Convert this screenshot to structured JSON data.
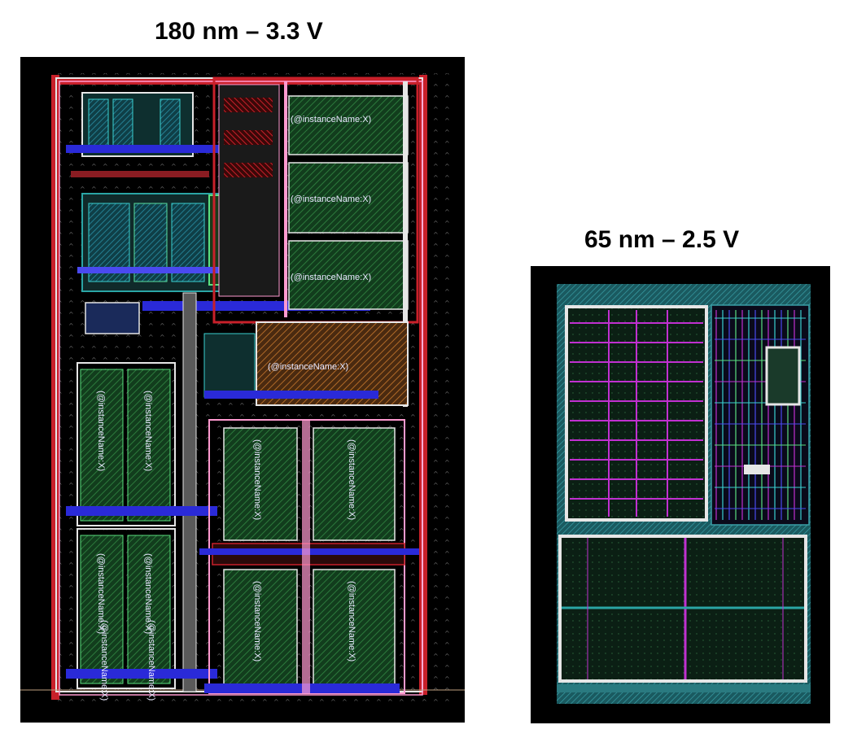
{
  "titles": {
    "left": "180 nm – 3.3 V",
    "right": "65 nm – 2.5 V"
  },
  "left_layout": {
    "instance_labels": [
      "(@instanceName:X)",
      "(@instanceName:X)",
      "(@instanceName:X)",
      "(@instanceName:X)",
      "(@instanceName:X)",
      "(@instanceName:X)",
      "(@instanceName:X)",
      "(@instanceName:X)",
      "(@instanceName:X)",
      "(@instanceName:X)",
      "(@instanceName:X)",
      "(@instanceName:X)",
      "(@instanceName:X)",
      "(@instanceName:X)"
    ]
  },
  "colors": {
    "background": "#000000",
    "metal_red": "#d8202a",
    "metal_blue": "#2a2ad8",
    "diffusion_green": "#1f5a2c",
    "poly_cyan": "#3ad0d0",
    "outline_white": "#e6e6e6",
    "pink": "#ff9ad0",
    "magenta": "#c030d0",
    "teal": "#2aa5a5"
  }
}
